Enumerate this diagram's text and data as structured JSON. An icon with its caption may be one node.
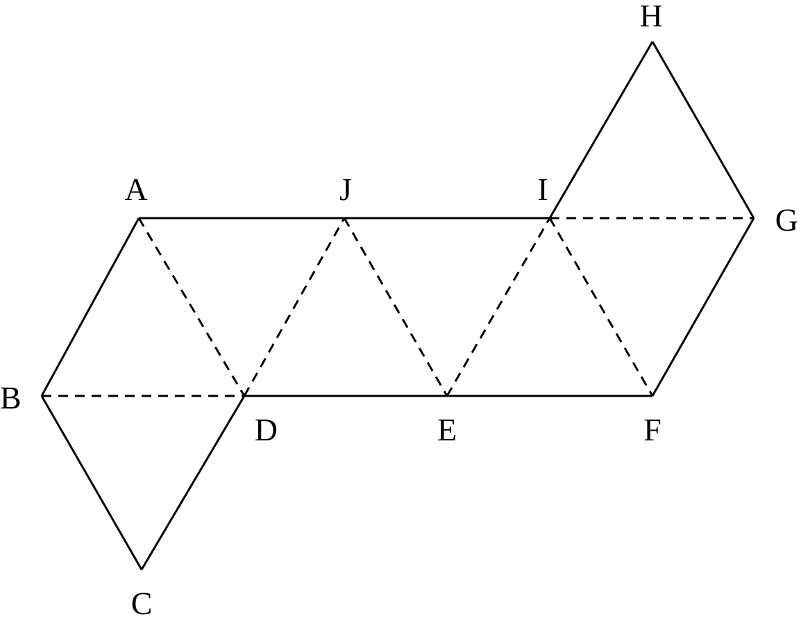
{
  "diagram": {
    "nodes": [
      {
        "text": [
          "H"
        ]
      },
      {
        "text": [
          "A"
        ]
      },
      {
        "text": [
          "J"
        ]
      },
      {
        "text": [
          "I"
        ]
      },
      {
        "text": [
          "G"
        ]
      },
      {
        "text": [
          "B"
        ]
      },
      {
        "text": [
          "D"
        ]
      },
      {
        "text": [
          "E"
        ]
      },
      {
        "text": [
          "F"
        ]
      },
      {
        "text": [
          "C"
        ]
      }
    ],
    "edges": [
      {
        "from": 1,
        "to": 2,
        "arrow": "none"
      },
      {
        "from": 2,
        "to": 3,
        "arrow": "none"
      },
      {
        "from": 1,
        "to": 5,
        "arrow": "none"
      },
      {
        "from": 5,
        "to": 9,
        "arrow": "none"
      },
      {
        "from": 9,
        "to": 6,
        "arrow": "none"
      },
      {
        "from": 6,
        "to": 7,
        "arrow": "none"
      },
      {
        "from": 7,
        "to": 8,
        "arrow": "none"
      },
      {
        "from": 8,
        "to": 4,
        "arrow": "none"
      },
      {
        "from": 4,
        "to": 0,
        "arrow": "none"
      },
      {
        "from": 0,
        "to": 3,
        "arrow": "none"
      },
      {
        "from": 1,
        "to": 6,
        "arrow": "none",
        "style": "dashed"
      },
      {
        "from": 5,
        "to": 6,
        "arrow": "none",
        "style": "dashed"
      },
      {
        "from": 6,
        "to": 2,
        "arrow": "none",
        "style": "dashed"
      },
      {
        "from": 2,
        "to": 7,
        "arrow": "none",
        "style": "dashed"
      },
      {
        "from": 7,
        "to": 3,
        "arrow": "none",
        "style": "dashed"
      },
      {
        "from": 3,
        "to": 8,
        "arrow": "none",
        "style": "dashed"
      },
      {
        "from": 3,
        "to": 4,
        "arrow": "none",
        "style": "dashed"
      }
    ]
  }
}
